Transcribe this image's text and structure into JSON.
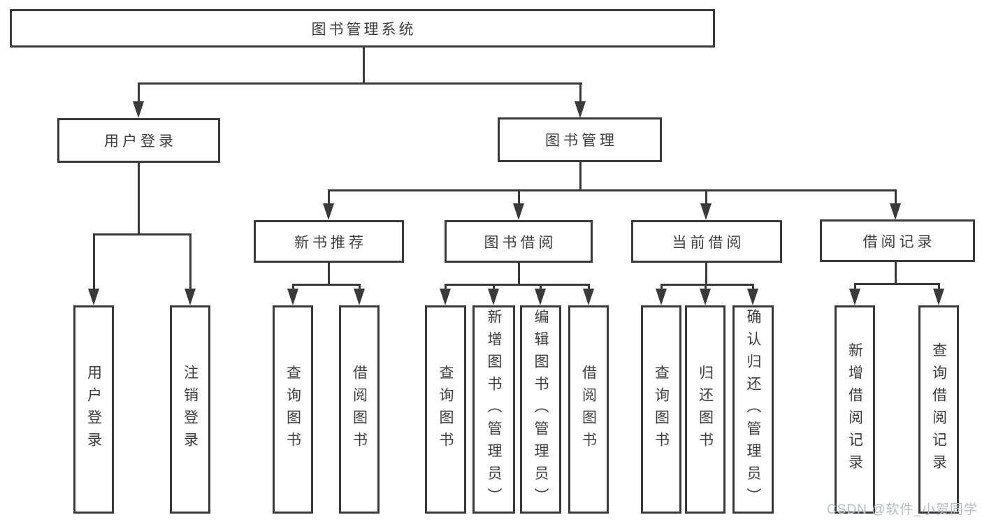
{
  "diagram": {
    "root": {
      "label": "图书管理系统",
      "children": [
        {
          "label": "用户登录",
          "children": [
            {
              "label": "用户登录"
            },
            {
              "label": "注销登录"
            }
          ]
        },
        {
          "label": "图书管理",
          "children": [
            {
              "label": "新书推荐",
              "children": [
                {
                  "label": "查询图书"
                },
                {
                  "label": "借阅图书"
                }
              ]
            },
            {
              "label": "图书借阅",
              "children": [
                {
                  "label": "查询图书"
                },
                {
                  "label": "新增图书（管理员）"
                },
                {
                  "label": "编辑图书（管理员）"
                },
                {
                  "label": "借阅图书"
                }
              ]
            },
            {
              "label": "当前借阅",
              "children": [
                {
                  "label": "查询图书"
                },
                {
                  "label": "归还图书"
                },
                {
                  "label": "确认归还（管理员）"
                }
              ]
            },
            {
              "label": "借阅记录",
              "children": [
                {
                  "label": "新增借阅记录"
                },
                {
                  "label": "查询借阅记录"
                }
              ]
            }
          ]
        }
      ]
    }
  },
  "watermark": "CSDN @软件_小贺同学",
  "colors": {
    "line": "#3a3a3a",
    "text": "#3c3c3c",
    "watermark_text": "#b7bbc3",
    "background": "#ffffff"
  }
}
